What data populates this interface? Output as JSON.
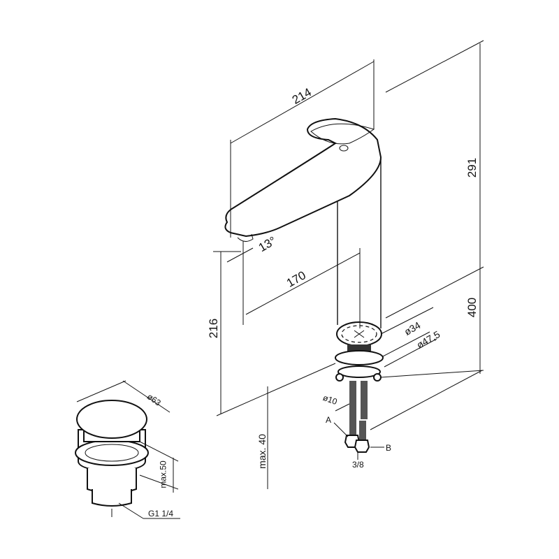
{
  "faucet": {
    "dim_width": "214",
    "dim_height_top": "291",
    "dim_angle": "13°",
    "dim_reach": "170",
    "dim_spout_height": "216",
    "dim_height_bottom": "400",
    "dim_hole_inner": "ø34",
    "dim_hole_outer": "ø47,5",
    "dim_hose": "ø10",
    "label_a": "A",
    "label_b": "B",
    "dim_thread": "3/8",
    "dim_max_counter": "max. 40"
  },
  "drain": {
    "dim_diameter": "ø63",
    "dim_max_height": "max.50",
    "dim_thread": "G1 1/4"
  }
}
